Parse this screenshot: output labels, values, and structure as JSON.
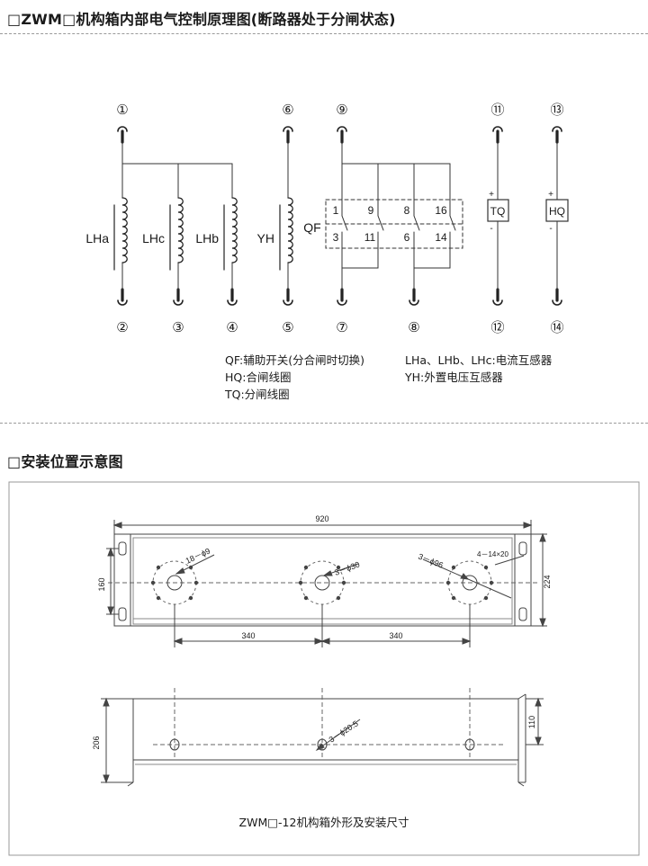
{
  "titles": {
    "schematic": "□ZWM□机构箱内部电气控制原理图(断路器处于分闸状态)",
    "install": "□安装位置示意图"
  },
  "terminals": {
    "t1": "①",
    "t2": "②",
    "t3": "③",
    "t4": "④",
    "t5": "⑤",
    "t6": "⑥",
    "t7": "⑦",
    "t8": "⑧",
    "t9": "⑨",
    "t11": "⑪",
    "t12": "⑫",
    "t13": "⑬",
    "t14": "⑭"
  },
  "coils": {
    "lha": "LHa",
    "lhc": "LHc",
    "lhb": "LHb",
    "yh": "YH"
  },
  "qf": {
    "label": "QF",
    "c1": "1",
    "c9": "9",
    "c8": "8",
    "c16": "16",
    "c3": "3",
    "c11": "11",
    "c6": "6",
    "c14": "14"
  },
  "boxes": {
    "tq": "TQ",
    "hq": "HQ",
    "plus": "+",
    "minus": "-"
  },
  "legend": {
    "qf": "QF:辅助开关(分合闸时切换)",
    "hq": "HQ:合闸线圈",
    "tq": "TQ:分闸线圈",
    "lh": "LHa、LHb、LHc:电流互感器",
    "yh": "YH:外置电压互感器"
  },
  "dims": {
    "width": "920",
    "d160": "160",
    "d224": "224",
    "s340a": "340",
    "s340b": "340",
    "h18": "18－ϕ9",
    "h3_30": "3－ϕ30",
    "h3_96": "3－ϕ96",
    "h4_14": "4－14×20",
    "h3_20": "3－ϕ20.5",
    "d206": "206",
    "d110": "110"
  },
  "caption": "ZWM□-12机构箱外形及安装尺寸"
}
